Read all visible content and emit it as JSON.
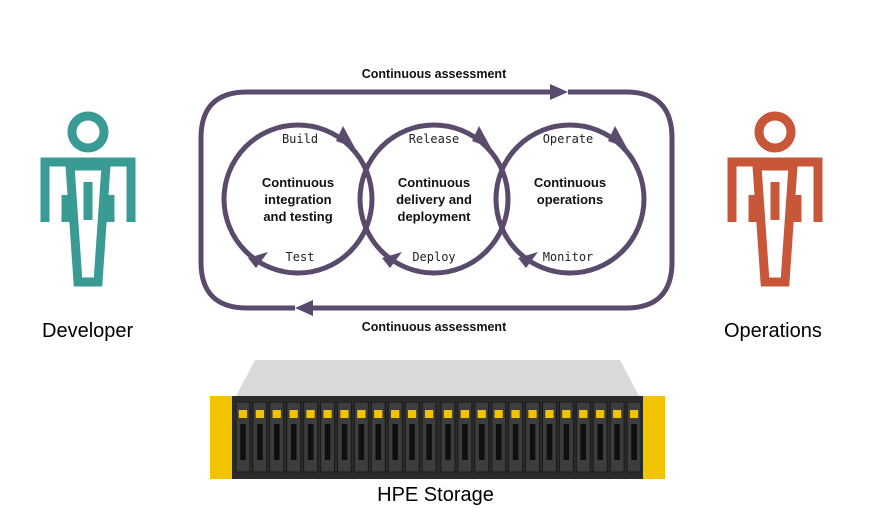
{
  "diagram": {
    "loop_top_label": "Continuous assessment",
    "loop_bottom_label": "Continuous assessment",
    "cycles": [
      {
        "top_label": "Build",
        "center_lines": [
          "Continuous",
          "integration",
          "and testing"
        ],
        "bottom_label": "Test"
      },
      {
        "top_label": "Release",
        "center_lines": [
          "Continuous",
          "delivery and",
          "deployment"
        ],
        "bottom_label": "Deploy"
      },
      {
        "top_label": "Operate",
        "center_lines": [
          "Continuous",
          "operations"
        ],
        "bottom_label": "Monitor"
      }
    ],
    "loop_color": "#5a4a6b"
  },
  "actors": {
    "developer": {
      "label": "Developer",
      "icon": "person-icon",
      "color": "#3a9b94"
    },
    "operations": {
      "label": "Operations",
      "icon": "person-icon",
      "color": "#c8573a"
    }
  },
  "storage": {
    "label": "HPE Storage",
    "icon": "storage-array-icon",
    "accent_color": "#f2c300"
  }
}
